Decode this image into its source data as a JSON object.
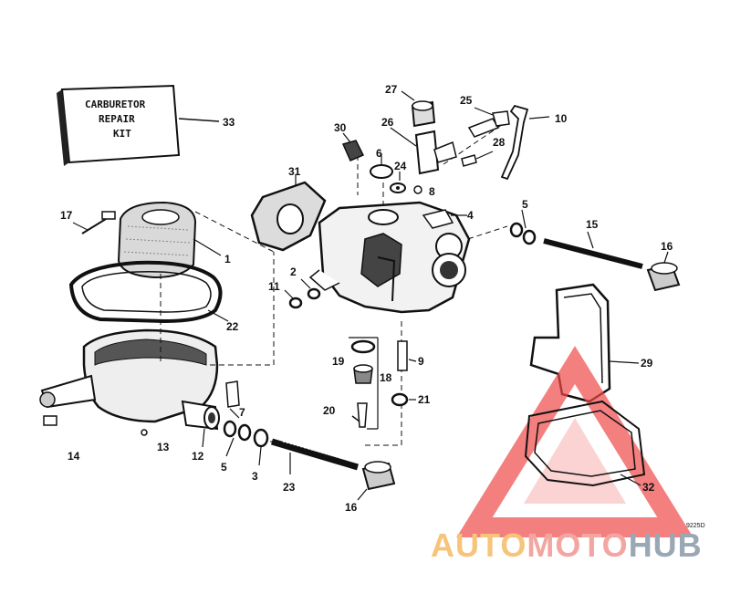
{
  "diagram": {
    "kit_box": {
      "line1": "CARBURETOR",
      "line2": "REPAIR",
      "line3": "KIT"
    },
    "callouts": [
      "1",
      "2",
      "3",
      "4",
      "5",
      "5",
      "6",
      "7",
      "8",
      "9",
      "10",
      "11",
      "12",
      "13",
      "14",
      "15",
      "16",
      "16",
      "17",
      "18",
      "19",
      "20",
      "21",
      "22",
      "23",
      "24",
      "25",
      "26",
      "27",
      "28",
      "29",
      "30",
      "31",
      "32",
      "33"
    ],
    "drawing_code": "9225D"
  },
  "watermark": {
    "part1": "AUTO",
    "part2": "MOTO",
    "part3": "HUB",
    "colors": {
      "auto": "#f6c47a",
      "moto": "#f3a6a1",
      "hub": "#9aa7b4",
      "triangle": "#f04a4a"
    }
  }
}
